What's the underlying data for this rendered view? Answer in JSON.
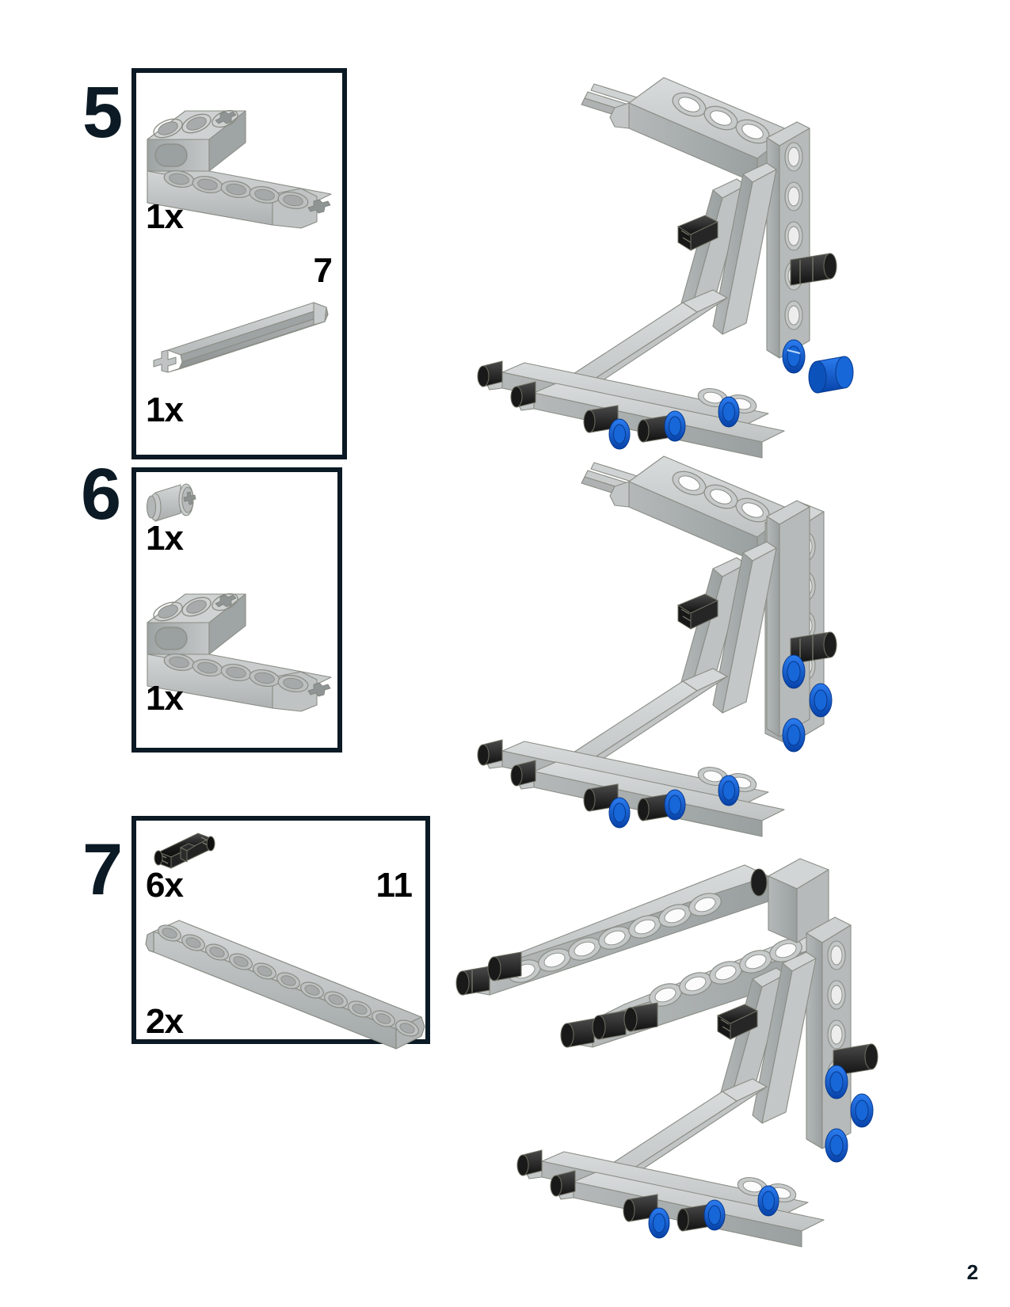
{
  "document": {
    "kind": "lego-technic-building-instructions",
    "page_number": "2"
  },
  "steps": [
    {
      "number": "5",
      "parts": [
        {
          "icon": "angular-beam-icon",
          "name": "angular beam 3x7",
          "quantity": "1x",
          "length_label": ""
        },
        {
          "icon": "axle-icon",
          "name": "axle",
          "quantity": "1x",
          "length_label": "7"
        }
      ]
    },
    {
      "number": "6",
      "parts": [
        {
          "icon": "bushing-icon",
          "name": "bushing",
          "quantity": "1x",
          "length_label": ""
        },
        {
          "icon": "angular-beam-icon",
          "name": "angular beam 3x7",
          "quantity": "1x",
          "length_label": ""
        }
      ]
    },
    {
      "number": "7",
      "parts": [
        {
          "icon": "connector-pin-icon",
          "name": "connector pin",
          "quantity": "6x",
          "length_label": ""
        },
        {
          "icon": "beam-icon",
          "name": "beam 11",
          "quantity": "2x",
          "length_label": "11"
        }
      ]
    }
  ],
  "assemblies": [
    {
      "label": "assembly-after-step-5"
    },
    {
      "label": "assembly-after-step-6"
    },
    {
      "label": "assembly-after-step-7"
    }
  ],
  "colors": {
    "ink": "#0b1a24",
    "text": "#000000",
    "light_gray_plastic": "#b9bdbd",
    "light_gray_plastic_shade": "#8f9494",
    "light_gray_plastic_light": "#d5d8d8",
    "outline_gray": "#8a8d85",
    "black_plastic": "#1b1b1b",
    "black_plastic_light": "#3a3a3a",
    "blue_plastic": "#0a55c8",
    "blue_plastic_light": "#1e7ae8",
    "white": "#ffffff"
  }
}
